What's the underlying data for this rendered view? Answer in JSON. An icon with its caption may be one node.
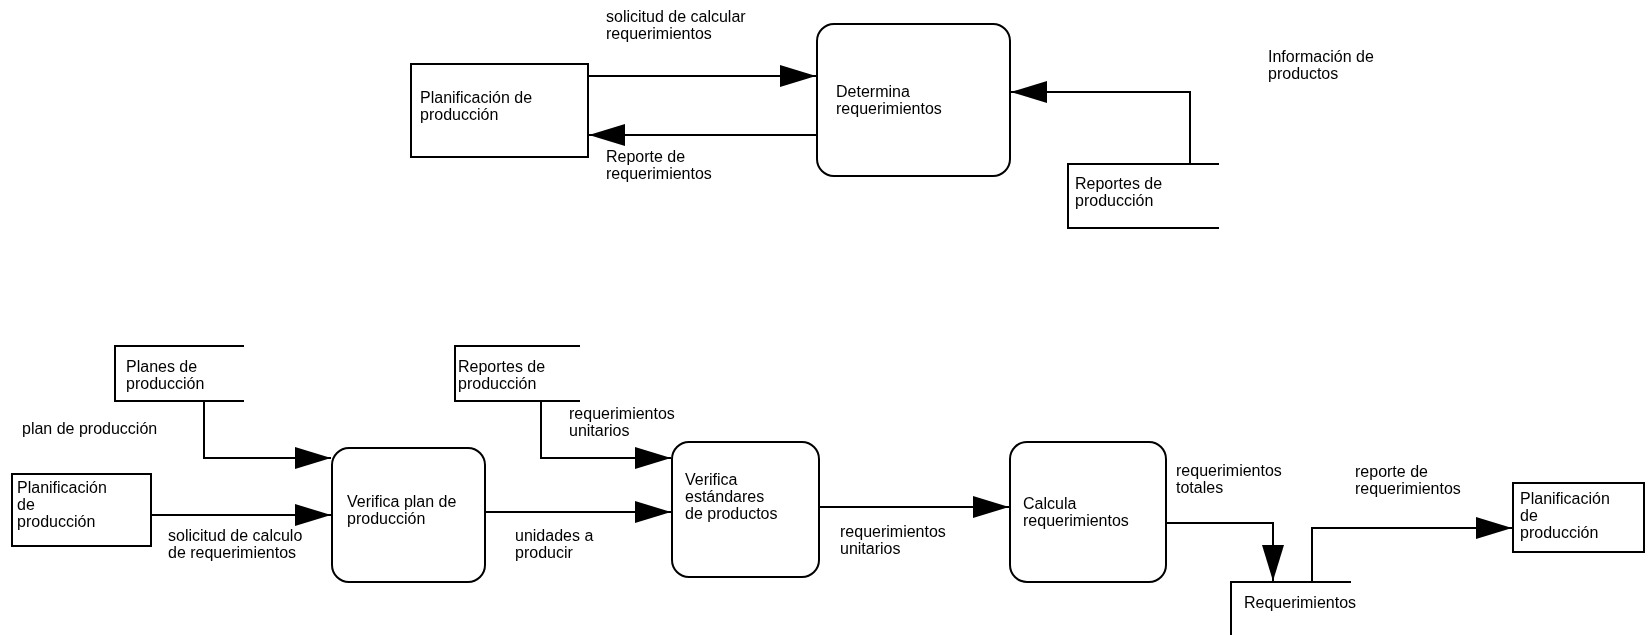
{
  "diagram": {
    "nodes": [
      {
        "text": [
          "Planificación de producción"
        ]
      },
      {
        "text": [
          "Determina requerimientos"
        ]
      },
      {
        "text": [
          "Reportes de producción"
        ]
      },
      {
        "text": [
          "Planes de producción"
        ]
      },
      {
        "text": [
          "Reportes de producción"
        ]
      },
      {
        "text": [
          "Planificación de producción"
        ]
      },
      {
        "text": [
          "Verifica plan de producción"
        ]
      },
      {
        "text": [
          "Verifica estándares de productos"
        ]
      },
      {
        "text": [
          "Calcula requerimientos"
        ]
      },
      {
        "text": [
          "Requerimientos"
        ]
      },
      {
        "text": [
          "Planificación de producción"
        ]
      }
    ],
    "edges": [
      {
        "from": 0,
        "to": 1,
        "arrow": "to",
        "label": "solicitud de calcular requerimientos"
      },
      {
        "from": 1,
        "to": 0,
        "arrow": "to",
        "label": "Reporte de requerimientos"
      },
      {
        "from": 2,
        "to": 1,
        "arrow": "to",
        "label": "Información de productos"
      },
      {
        "from": 3,
        "to": 6,
        "arrow": "to",
        "label": "plan de producción"
      },
      {
        "from": 5,
        "to": 6,
        "arrow": "to",
        "label": "solicitud de calculo de requerimientos"
      },
      {
        "from": 4,
        "to": 7,
        "arrow": "to",
        "label": "requerimientos unitarios"
      },
      {
        "from": 6,
        "to": 7,
        "arrow": "to",
        "label": "unidades a producir"
      },
      {
        "from": 7,
        "to": 8,
        "arrow": "to",
        "label": "requerimientos unitarios"
      },
      {
        "from": 8,
        "to": 9,
        "arrow": "to",
        "label": "requerimientos totales"
      },
      {
        "from": 9,
        "to": 10,
        "arrow": "to",
        "label": "reporte de requerimientos"
      }
    ]
  }
}
